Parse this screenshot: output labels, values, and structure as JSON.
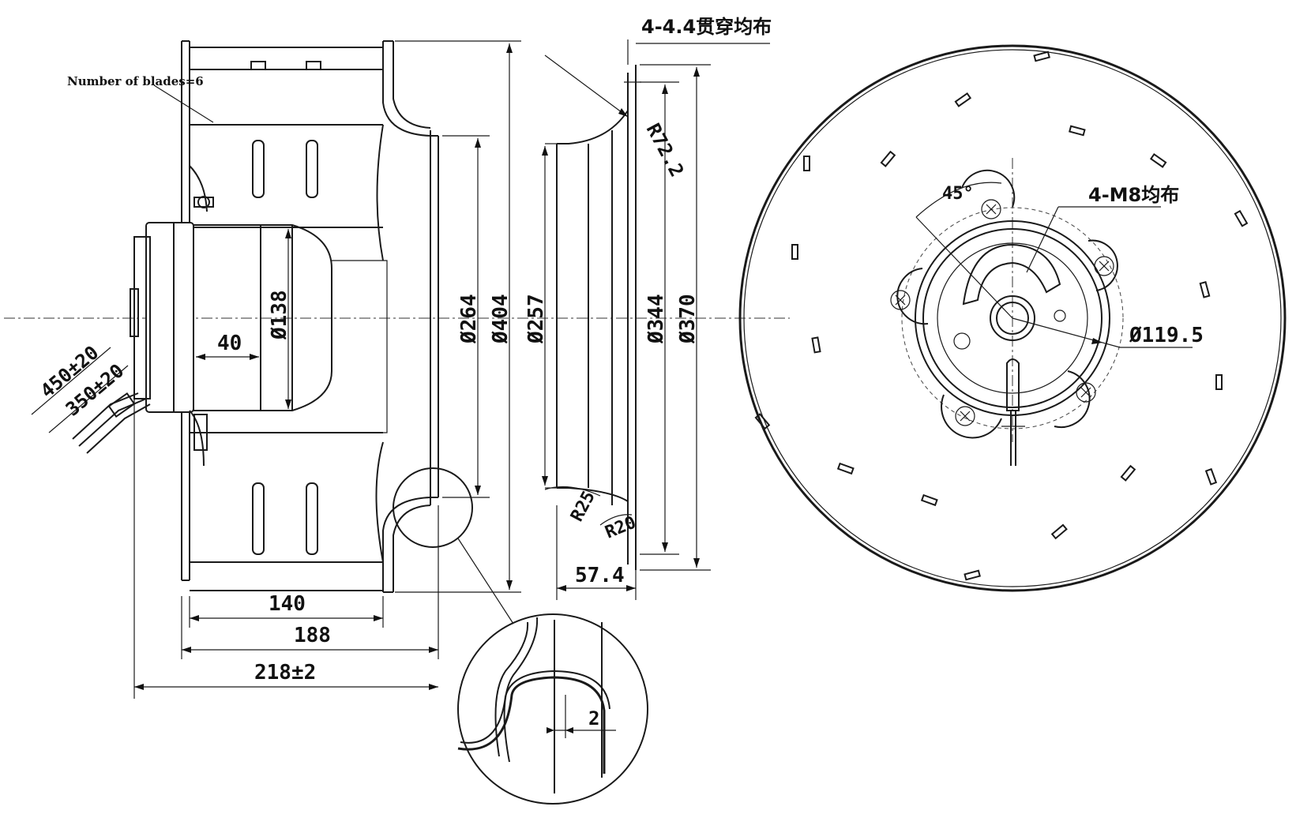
{
  "side_view": {
    "blades_note": "Number of blades=6",
    "motor_diameter": "Ø138",
    "dim_40": "40",
    "dim_140": "140",
    "dim_188": "188",
    "dim_218": "218±2",
    "cable_450": "450±20",
    "cable_350": "350±20",
    "dia_264": "Ø264",
    "dia_404": "Ø404"
  },
  "section_view": {
    "holes_note": "4-4.4贯穿均布",
    "radius_72": "R72.2",
    "dia_257": "Ø257",
    "dia_344": "Ø344",
    "dia_370": "Ø370",
    "radius_25": "R25",
    "radius_20": "R20",
    "depth_57": "57.4"
  },
  "detail_view": {
    "gap_2": "2"
  },
  "front_view": {
    "angle_45": "45°",
    "threads_note": "4-M8均布",
    "dia_119": "Ø119.5"
  }
}
